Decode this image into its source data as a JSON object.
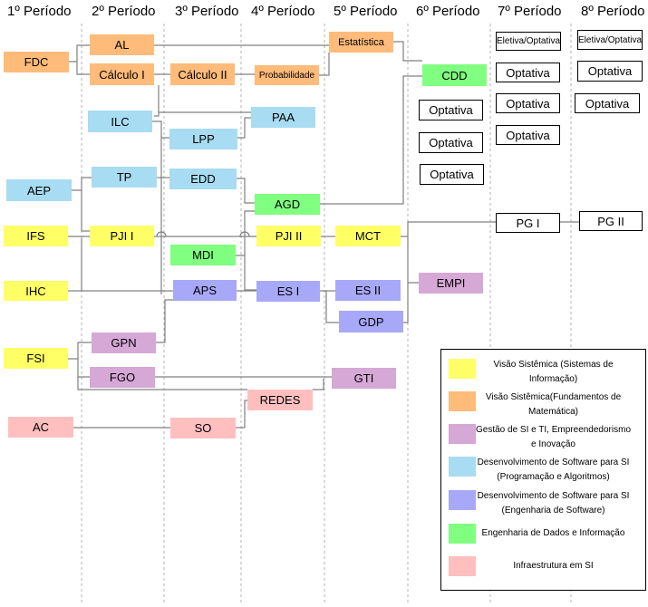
{
  "colors": {
    "yellow": "#ffff66",
    "orange": "#ffbb7a",
    "purple": "#d6a8d6",
    "lightblue": "#a8dcf2",
    "periwinkle": "#a8a8f8",
    "green": "#80ff80",
    "pink": "#ffbfbf",
    "line": "#808080",
    "divider": "#b3b3b3"
  },
  "headers": [
    "1º Período",
    "2º Período",
    "3º Período",
    "4º Período",
    "5º Período",
    "6º Período",
    "7º Período",
    "8º Período"
  ],
  "courses": [
    {
      "id": "fdc",
      "label": "FDC",
      "color": "orange"
    },
    {
      "id": "aep",
      "label": "AEP",
      "color": "lightblue"
    },
    {
      "id": "ifs",
      "label": "IFS",
      "color": "yellow"
    },
    {
      "id": "ihc",
      "label": "IHC",
      "color": "yellow"
    },
    {
      "id": "fsi",
      "label": "FSI",
      "color": "yellow"
    },
    {
      "id": "ac",
      "label": "AC",
      "color": "pink"
    },
    {
      "id": "al",
      "label": "AL",
      "color": "orange"
    },
    {
      "id": "calc1",
      "label": "Cálculo I",
      "color": "orange"
    },
    {
      "id": "ilc",
      "label": "ILC",
      "color": "lightblue"
    },
    {
      "id": "tp",
      "label": "TP",
      "color": "lightblue"
    },
    {
      "id": "pji1",
      "label": "PJI I",
      "color": "yellow"
    },
    {
      "id": "gpn",
      "label": "GPN",
      "color": "purple"
    },
    {
      "id": "fgo",
      "label": "FGO",
      "color": "purple"
    },
    {
      "id": "calc2",
      "label": "Cálculo II",
      "color": "orange"
    },
    {
      "id": "lpp",
      "label": "LPP",
      "color": "lightblue"
    },
    {
      "id": "edd",
      "label": "EDD",
      "color": "lightblue"
    },
    {
      "id": "mdi",
      "label": "MDI",
      "color": "green"
    },
    {
      "id": "aps",
      "label": "APS",
      "color": "periwinkle"
    },
    {
      "id": "so",
      "label": "SO",
      "color": "pink"
    },
    {
      "id": "prob",
      "label": "Probabilidade",
      "color": "orange"
    },
    {
      "id": "paa",
      "label": "PAA",
      "color": "lightblue"
    },
    {
      "id": "agd",
      "label": "AGD",
      "color": "green"
    },
    {
      "id": "pji2",
      "label": "PJI II",
      "color": "yellow"
    },
    {
      "id": "es1",
      "label": "ES I",
      "color": "periwinkle"
    },
    {
      "id": "redes",
      "label": "REDES",
      "color": "pink"
    },
    {
      "id": "est",
      "label": "Estatística",
      "color": "orange"
    },
    {
      "id": "mct",
      "label": "MCT",
      "color": "yellow"
    },
    {
      "id": "es2",
      "label": "ES II",
      "color": "periwinkle"
    },
    {
      "id": "gdp",
      "label": "GDP",
      "color": "periwinkle"
    },
    {
      "id": "gti",
      "label": "GTI",
      "color": "purple"
    },
    {
      "id": "cdd",
      "label": "CDD",
      "color": "green"
    },
    {
      "id": "op6a",
      "label": "Optativa",
      "color": "white"
    },
    {
      "id": "op6b",
      "label": "Optativa",
      "color": "white"
    },
    {
      "id": "op6c",
      "label": "Optativa",
      "color": "white"
    },
    {
      "id": "empi",
      "label": "EMPI",
      "color": "purple"
    },
    {
      "id": "el7",
      "label": "Eletiva/Optativa",
      "color": "white"
    },
    {
      "id": "op7a",
      "label": "Optativa",
      "color": "white"
    },
    {
      "id": "op7b",
      "label": "Optativa",
      "color": "white"
    },
    {
      "id": "op7c",
      "label": "Optativa",
      "color": "white"
    },
    {
      "id": "pg1",
      "label": "PG I",
      "color": "white"
    },
    {
      "id": "el8",
      "label": "Eletiva/Optativa",
      "color": "white"
    },
    {
      "id": "op8a",
      "label": "Optativa",
      "color": "white"
    },
    {
      "id": "op8b",
      "label": "Optativa",
      "color": "white"
    },
    {
      "id": "pg2",
      "label": "PG II",
      "color": "white"
    }
  ],
  "legend": [
    {
      "color": "yellow",
      "lines": [
        "Visão Sistêmica (Sistemas de",
        "Informação)"
      ]
    },
    {
      "color": "orange",
      "lines": [
        "Visão Sistêmica(Fundamentos de",
        "Matemática)"
      ]
    },
    {
      "color": "purple",
      "lines": [
        "Gestão de SI e TI, Empreendedorismo",
        "e Inovação"
      ]
    },
    {
      "color": "lightblue",
      "lines": [
        "Desenvolvimento de Software para SI",
        "(Programação e Algoritmos)"
      ]
    },
    {
      "color": "periwinkle",
      "lines": [
        "Desenvolvimento de Software para SI",
        "(Engenharia de Software)"
      ]
    },
    {
      "color": "green",
      "lines": [
        "Engenharia de Dados e Informação"
      ]
    },
    {
      "color": "pink",
      "lines": [
        "Infraestrutura em SI"
      ]
    }
  ]
}
